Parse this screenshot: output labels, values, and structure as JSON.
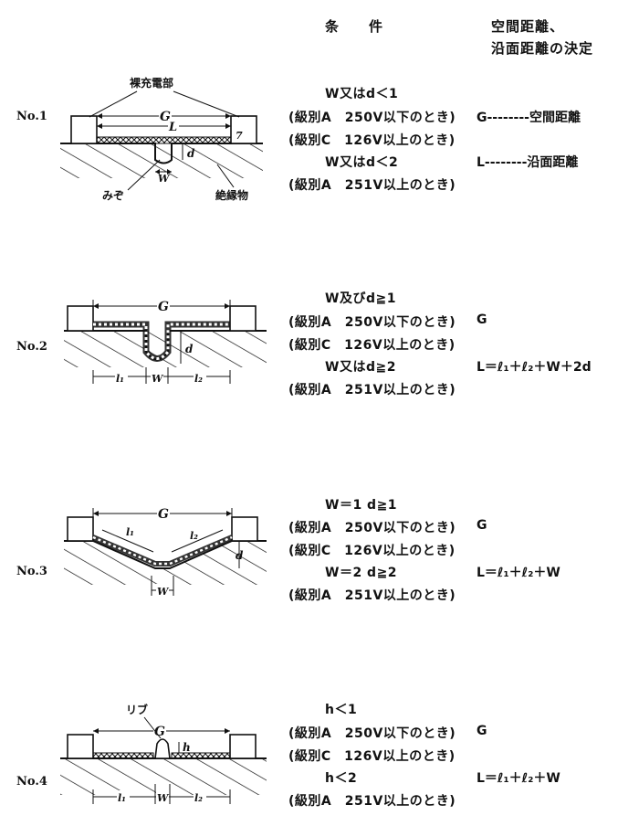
{
  "header": {
    "conditions": "条　　件",
    "decision_line1": "空間距離、",
    "decision_line2": "沿面距離の決定"
  },
  "cases": [
    {
      "label": "No.1",
      "lines": [
        "W又はd＜1",
        "(級別A　250V以下のとき)",
        "(級別C　126V以上のとき)",
        "W又はd＜2",
        "(級別A　251V以上のとき)"
      ],
      "result_a": "G--------空間距離",
      "result_b": "L--------沿面距離",
      "callouts": {
        "electrode": "裸充電部",
        "groove": "みぞ",
        "insulator": "絶縁物"
      },
      "dims": {
        "g": "G",
        "l": "L",
        "d": "d",
        "w": "W"
      }
    },
    {
      "label": "No.2",
      "lines": [
        "W及びd≧1",
        "(級別A　250V以下のとき)",
        "(級別C　126V以上のとき)",
        "W又はd≧2",
        "(級別A　251V以上のとき)"
      ],
      "result_a": "G",
      "result_b": "L＝ℓ₁＋ℓ₂＋W＋2d",
      "dims": {
        "g": "G",
        "l1": "l₁",
        "l2": "l₂",
        "w": "W",
        "d": "d"
      }
    },
    {
      "label": "No.3",
      "lines": [
        "W＝1 d≧1",
        "(級別A　250V以下のとき)",
        "(級別C　126V以上のとき)",
        "W＝2 d≧2",
        "(級別A　251V以上のとき)"
      ],
      "result_a": "G",
      "result_b": "L＝ℓ₁＋ℓ₂＋W",
      "dims": {
        "g": "G",
        "l1": "l₁",
        "l2": "l₂",
        "w": "W",
        "d": "d"
      }
    },
    {
      "label": "No.4",
      "lines": [
        "h＜1",
        "(級別A　250V以下のとき)",
        "(級別C　126V以上のとき)",
        "h＜2",
        "(級別A　251V以上のとき)"
      ],
      "result_a": "G",
      "result_b": "L＝ℓ₁＋ℓ₂＋W",
      "callouts": {
        "rib": "リブ"
      },
      "dims": {
        "g": "G",
        "h": "h",
        "l1": "l₁",
        "l2": "l₂",
        "w": "W"
      }
    }
  ]
}
